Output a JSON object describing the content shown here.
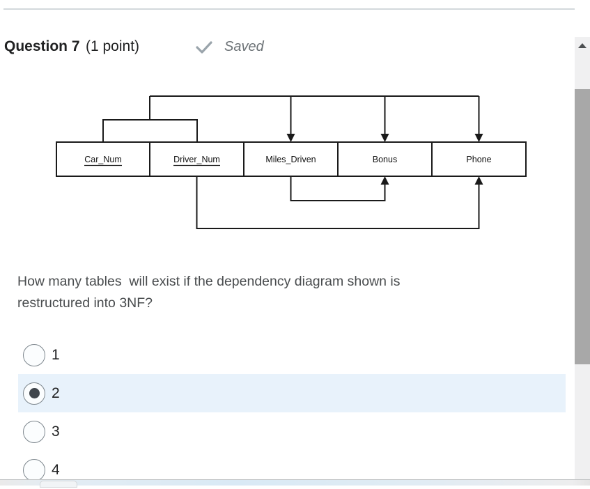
{
  "header": {
    "question_title": "Question 7",
    "points": "(1 point)",
    "saved": "Saved"
  },
  "question": {
    "line1": "How many tables  will exist if the dependency diagram shown is",
    "line2": "restructured into 3NF?"
  },
  "diagram": {
    "type": "dependency-diagram",
    "fields": [
      {
        "name": "Car_Num",
        "primary_key": true
      },
      {
        "name": "Driver_Num",
        "primary_key": true
      },
      {
        "name": "Miles_Driven",
        "primary_key": false
      },
      {
        "name": "Bonus",
        "primary_key": false
      },
      {
        "name": "Phone",
        "primary_key": false
      }
    ],
    "dependencies": [
      {
        "from": [
          "Car_Num",
          "Driver_Num"
        ],
        "to": [
          "Miles_Driven",
          "Bonus",
          "Phone"
        ],
        "kind": "composite-key"
      },
      {
        "from": [
          "Miles_Driven"
        ],
        "to": [
          "Bonus"
        ],
        "kind": "transitive"
      },
      {
        "from": [
          "Driver_Num"
        ],
        "to": [
          "Phone"
        ],
        "kind": "partial"
      }
    ]
  },
  "options": [
    {
      "label": "1",
      "selected": false
    },
    {
      "label": "2",
      "selected": true
    },
    {
      "label": "3",
      "selected": false
    },
    {
      "label": "4",
      "selected": false
    }
  ],
  "colors": {
    "selected_row_bg": "#e8f2fb",
    "radio_dot": "#40464c",
    "radio_border": "#7d868d",
    "text_primary": "#202122",
    "text_secondary": "#494c4e",
    "saved_gray": "#6d7377",
    "check_gray": "#9aa4ab",
    "diagram_stroke": "#1a1a1a",
    "scroll_track": "#f0f0f1",
    "scroll_thumb": "#a8a8a8",
    "top_rule": "#d3d9dc"
  }
}
